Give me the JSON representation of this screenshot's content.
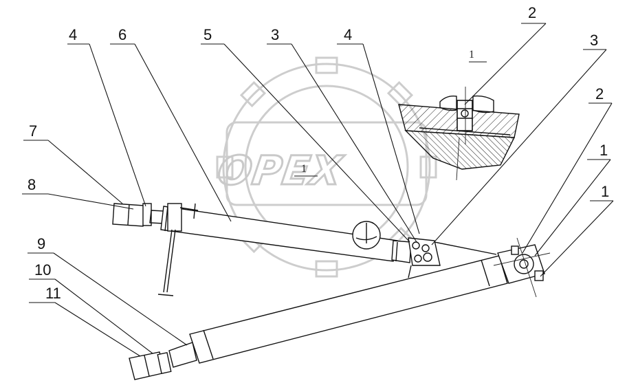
{
  "watermark": {
    "text": "OPEX"
  },
  "callouts": [
    {
      "id": "c-2-top",
      "text": "2"
    },
    {
      "id": "c-4-left",
      "text": "4"
    },
    {
      "id": "c-6",
      "text": "6"
    },
    {
      "id": "c-5",
      "text": "5"
    },
    {
      "id": "c-3-mid",
      "text": "3"
    },
    {
      "id": "c-4-mid",
      "text": "4"
    },
    {
      "id": "c-3-right",
      "text": "3"
    },
    {
      "id": "c-2-right",
      "text": "2"
    },
    {
      "id": "c-1-right-a",
      "text": "1"
    },
    {
      "id": "c-1-right-b",
      "text": "1"
    },
    {
      "id": "c-7",
      "text": "7"
    },
    {
      "id": "c-8",
      "text": "8"
    },
    {
      "id": "c-9",
      "text": "9"
    },
    {
      "id": "c-10",
      "text": "10"
    },
    {
      "id": "c-11",
      "text": "11"
    }
  ],
  "section_marks": [
    {
      "id": "sec-top",
      "text": "1"
    },
    {
      "id": "sec-mid",
      "text": "1"
    }
  ]
}
